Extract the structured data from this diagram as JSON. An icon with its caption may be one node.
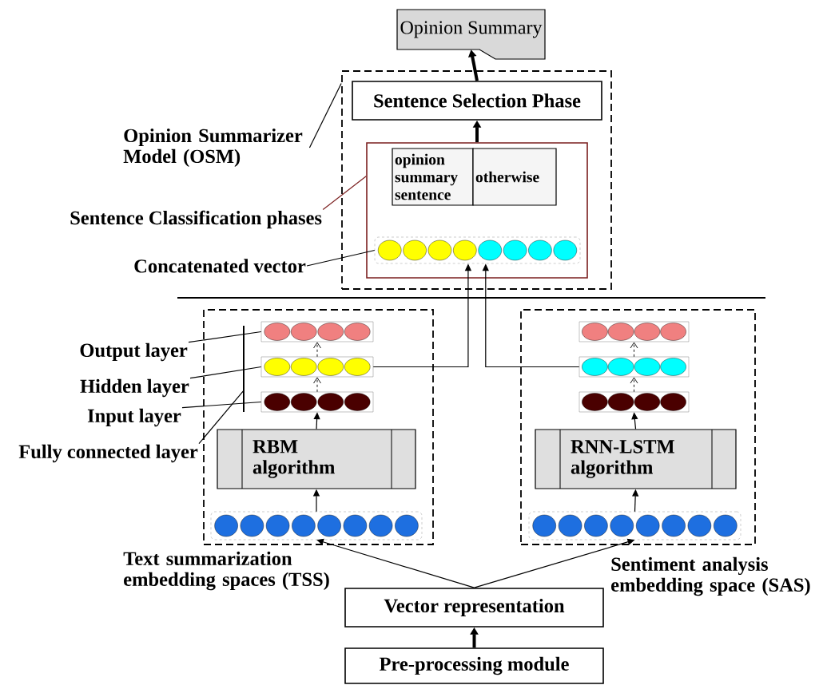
{
  "diagram": {
    "nodes": [
      {
        "text": [
          "Opinion Summary"
        ]
      },
      {
        "text": [],
        "shape": "box"
      },
      {
        "text": [
          "Sentence Selection Phase"
        ],
        "in": 1
      },
      {
        "text": [],
        "shape": "box",
        "in": 1
      },
      {
        "text": [
          "opinion summary sentence"
        ],
        "in": 3
      },
      {
        "text": [
          "otherwise"
        ],
        "in": 3
      },
      {
        "text": [],
        "shape": "box",
        "in": 3
      },
      {
        "text": [
          "Opinion Summarizer Model (OSM)"
        ]
      },
      {
        "text": [
          "Sentence Classification phases"
        ]
      },
      {
        "text": [
          "Concatenated vector"
        ]
      },
      {
        "text": [],
        "shape": "box"
      },
      {
        "text": [],
        "shape": "box",
        "in": 10
      },
      {
        "text": [],
        "shape": "box",
        "in": 10
      },
      {
        "text": [],
        "shape": "box",
        "in": 10
      },
      {
        "text": [],
        "shape": "bar",
        "in": 10
      },
      {
        "text": [
          "RBM algorithm"
        ],
        "in": 10
      },
      {
        "text": [],
        "shape": "box",
        "in": 10
      },
      {
        "text": [],
        "shape": "box"
      },
      {
        "text": [],
        "shape": "box",
        "in": 17
      },
      {
        "text": [],
        "shape": "box",
        "in": 17
      },
      {
        "text": [],
        "shape": "box",
        "in": 17
      },
      {
        "text": [
          "RNN-LSTM algorithm"
        ],
        "in": 17
      },
      {
        "text": [],
        "shape": "box",
        "in": 17
      },
      {
        "text": [
          "Output layer"
        ]
      },
      {
        "text": [
          "Hidden layer"
        ]
      },
      {
        "text": [
          "Input layer"
        ]
      },
      {
        "text": [
          "Fully connected layer"
        ]
      },
      {
        "text": [
          "Vector representation"
        ]
      },
      {
        "text": [
          "Pre-processing module"
        ]
      }
    ],
    "edges": [
      {
        "from": 2,
        "to": 0,
        "arrow": "to",
        "style": "thick"
      },
      {
        "from": 3,
        "to": 2,
        "arrow": "to",
        "style": "thick"
      },
      {
        "from": 7,
        "to": 1,
        "arrow": "none"
      },
      {
        "from": 8,
        "to": 3,
        "arrow": "none",
        "color": "#7b1f1f"
      },
      {
        "from": 9,
        "to": 6,
        "arrow": "none"
      },
      {
        "from": 12,
        "to": 6,
        "arrow": "to"
      },
      {
        "from": 19,
        "to": 6,
        "arrow": "to"
      },
      {
        "from": 12,
        "to": 11,
        "arrow": "to",
        "style": "dashed"
      },
      {
        "from": 13,
        "to": 12,
        "arrow": "to",
        "style": "dashed"
      },
      {
        "from": 15,
        "to": 13,
        "arrow": "to"
      },
      {
        "from": 16,
        "to": 15,
        "arrow": "to"
      },
      {
        "from": 19,
        "to": 18,
        "arrow": "to",
        "style": "dashed"
      },
      {
        "from": 20,
        "to": 19,
        "arrow": "to",
        "style": "dashed"
      },
      {
        "from": 21,
        "to": 20,
        "arrow": "to"
      },
      {
        "from": 22,
        "to": 21,
        "arrow": "to"
      },
      {
        "from": 23,
        "to": 11,
        "arrow": "none"
      },
      {
        "from": 24,
        "to": 12,
        "arrow": "none"
      },
      {
        "from": 25,
        "to": 13,
        "arrow": "none"
      },
      {
        "from": 26,
        "to": 14,
        "arrow": "none"
      },
      {
        "from": 27,
        "to": 16,
        "arrow": "to"
      },
      {
        "from": 27,
        "to": 22,
        "arrow": "to"
      },
      {
        "from": 28,
        "to": 27,
        "arrow": "to",
        "style": "thick"
      }
    ],
    "labels": [
      "Text summarization embedding spaces (TSS)",
      "Sentiment analysis embedding space (SAS)"
    ]
  }
}
